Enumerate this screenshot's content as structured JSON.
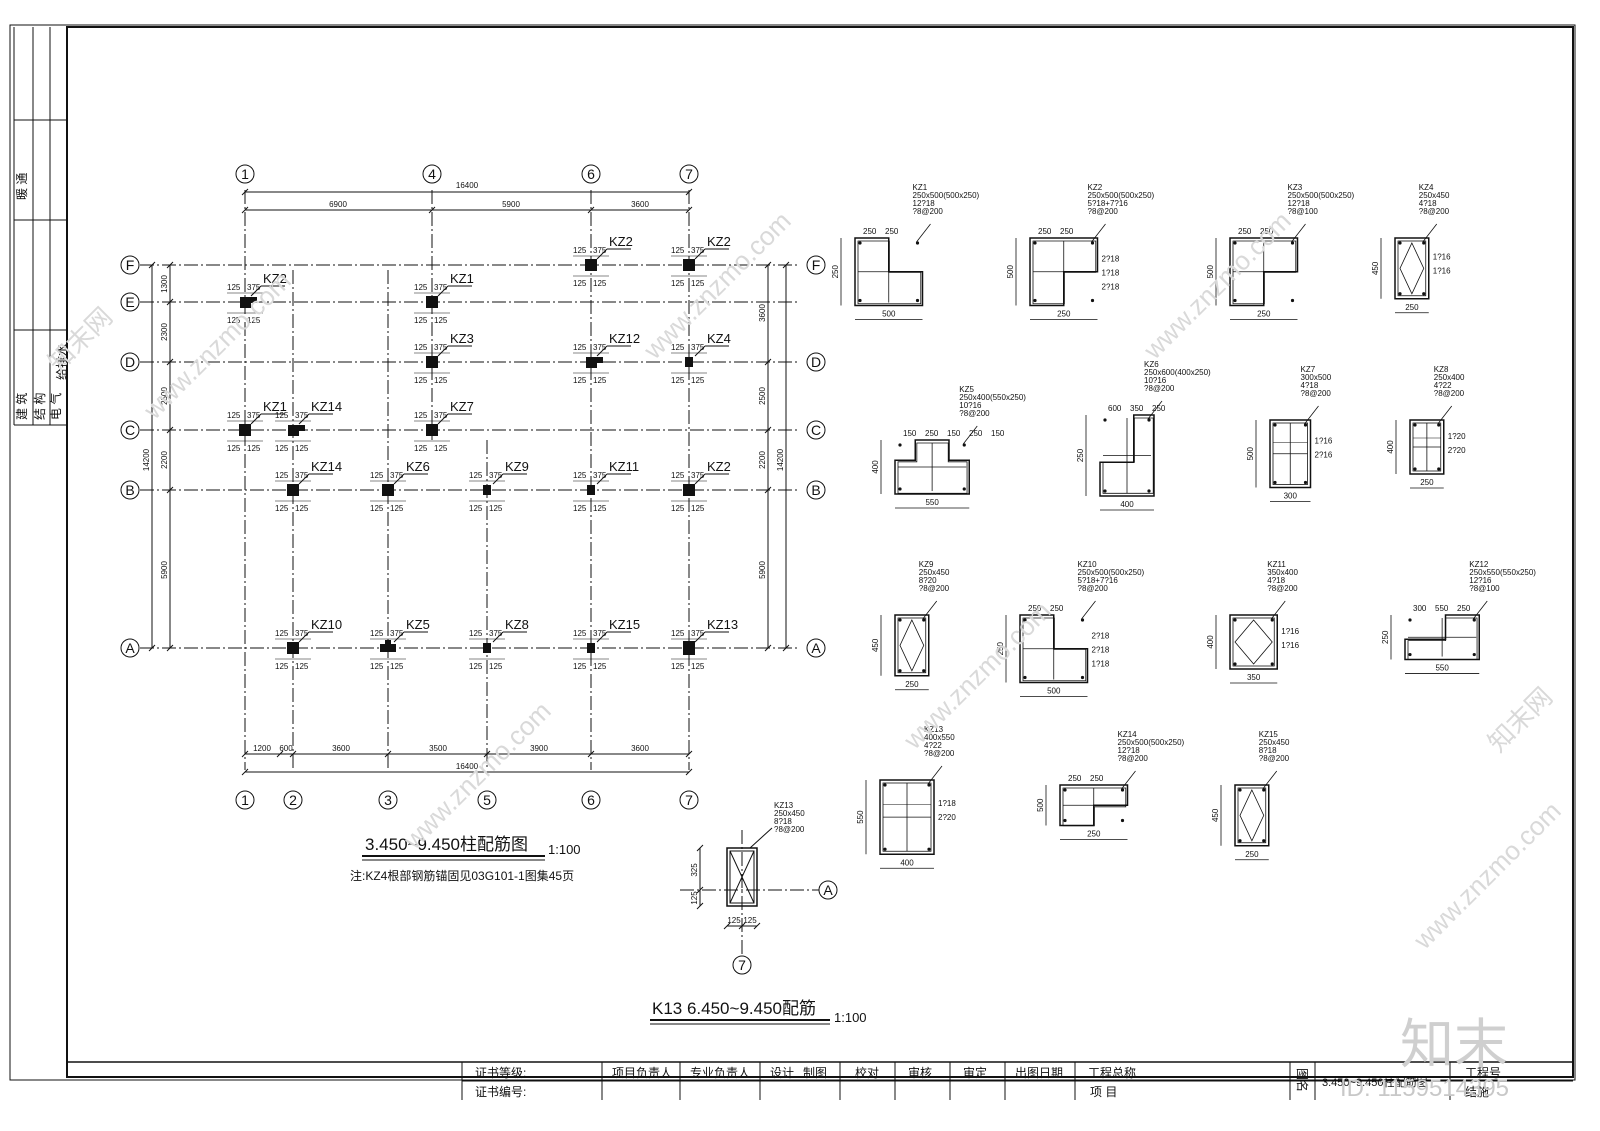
{
  "side_panel": {
    "items": [
      "暖 通",
      "建 筑",
      "结 构",
      "电 气",
      "给排水"
    ]
  },
  "plan": {
    "total_width_label": "16400",
    "top_spans": [
      "6900",
      "5900",
      "3600"
    ],
    "bottom_spans": [
      "1200",
      "600",
      "3600",
      "3500",
      "3900",
      "3600"
    ],
    "left_total": "14200",
    "left_spans": [
      "1300",
      "2300",
      "2500",
      "2200",
      "5900"
    ],
    "right_total": "14200",
    "right_spans": [
      "3600",
      "2500",
      "2200",
      "5900"
    ],
    "top_axes": [
      "1",
      "4",
      "6",
      "7"
    ],
    "bottom_axes": [
      "1",
      "2",
      "3",
      "5",
      "6",
      "7"
    ],
    "row_axes": [
      "F",
      "E",
      "D",
      "C",
      "B",
      "A"
    ],
    "columns": [
      {
        "id": "KZ2",
        "label": "KZ2"
      },
      {
        "id": "KZ1",
        "label": "KZ1"
      },
      {
        "id": "KZ2b",
        "label": "KZ2"
      },
      {
        "id": "KZ2c",
        "label": "KZ2"
      },
      {
        "id": "KZ3",
        "label": "KZ3"
      },
      {
        "id": "KZ12",
        "label": "KZ12"
      },
      {
        "id": "KZ4",
        "label": "KZ4"
      },
      {
        "id": "KZ1b",
        "label": "KZ1"
      },
      {
        "id": "KZ14",
        "label": "KZ14"
      },
      {
        "id": "KZ7",
        "label": "KZ7"
      },
      {
        "id": "KZ14b",
        "label": "KZ14"
      },
      {
        "id": "KZ6",
        "label": "KZ6"
      },
      {
        "id": "KZ9",
        "label": "KZ9"
      },
      {
        "id": "KZ11",
        "label": "KZ11"
      },
      {
        "id": "KZ2d",
        "label": "KZ2"
      },
      {
        "id": "KZ10",
        "label": "KZ10"
      },
      {
        "id": "KZ5",
        "label": "KZ5"
      },
      {
        "id": "KZ8",
        "label": "KZ8"
      },
      {
        "id": "KZ15",
        "label": "KZ15"
      },
      {
        "id": "KZ13",
        "label": "KZ13"
      }
    ],
    "offset_labels": [
      "125",
      "375"
    ],
    "title": "3.450~9.450柱配筋图",
    "scale": "1:100",
    "note": "注:KZ4根部钢筋锚固见03G101-1图集45页"
  },
  "detail": {
    "title": "K13  6.450~9.450配筋",
    "scale": "1:100",
    "dims": [
      "325",
      "125",
      "125",
      "125"
    ],
    "axis_row": "A",
    "axis_col": "7",
    "section": {
      "name": "KZ13",
      "size": "250x450",
      "bars": "8?18",
      "stirrup": "?8@200"
    }
  },
  "sections": [
    {
      "name": "KZ1",
      "size": "250x500(500x250)",
      "bars": "12?18",
      "stirrup": "?8@200",
      "dims": [
        "250",
        "250",
        "250",
        "500"
      ]
    },
    {
      "name": "KZ2",
      "size": "250x500(500x250)",
      "bars": "5?18+7?16",
      "stirrup": "?8@200",
      "dims": [
        "500",
        "250",
        "250",
        "250"
      ],
      "notes": [
        "2?18",
        "1?18",
        "2?18"
      ]
    },
    {
      "name": "KZ3",
      "size": "250x500(500x250)",
      "bars": "12?18",
      "stirrup": "?8@100",
      "dims": [
        "500",
        "250",
        "250",
        "250"
      ]
    },
    {
      "name": "KZ4",
      "size": "250x450",
      "bars": "4?18",
      "stirrup": "?8@200",
      "dims": [
        "450",
        "250"
      ],
      "notes": [
        "1?16",
        "1?16"
      ]
    },
    {
      "name": "KZ5",
      "size": "250x400(550x250)",
      "bars": "10?16",
      "stirrup": "?8@200",
      "dims": [
        "400",
        "150",
        "250",
        "150",
        "250",
        "150",
        "550"
      ]
    },
    {
      "name": "KZ6",
      "size": "250x600(400x250)",
      "bars": "10?16",
      "stirrup": "?8@200",
      "dims": [
        "250",
        "600",
        "350",
        "250",
        "400"
      ]
    },
    {
      "name": "KZ7",
      "size": "300x500",
      "bars": "4?18",
      "stirrup": "?8@200",
      "dims": [
        "500",
        "300"
      ],
      "notes": [
        "1?16",
        "2?16"
      ]
    },
    {
      "name": "KZ8",
      "size": "250x400",
      "bars": "4?22",
      "stirrup": "?8@200",
      "dims": [
        "400",
        "250"
      ],
      "notes": [
        "1?20",
        "2?20"
      ]
    },
    {
      "name": "KZ9",
      "size": "250x450",
      "bars": "8?20",
      "stirrup": "?8@200",
      "dims": [
        "450",
        "250"
      ]
    },
    {
      "name": "KZ10",
      "size": "250x500(500x250)",
      "bars": "5?18+7?16",
      "stirrup": "?8@200",
      "dims": [
        "250",
        "250",
        "250",
        "500"
      ],
      "notes": [
        "2?18",
        "2?18",
        "1?18"
      ]
    },
    {
      "name": "KZ11",
      "size": "350x400",
      "bars": "4?18",
      "stirrup": "?8@200",
      "dims": [
        "400",
        "350"
      ],
      "notes": [
        "1?16",
        "1?16"
      ]
    },
    {
      "name": "KZ12",
      "size": "250x550(550x250)",
      "bars": "12?16",
      "stirrup": "?8@100",
      "dims": [
        "250",
        "300",
        "550",
        "250",
        "550"
      ]
    },
    {
      "name": "KZ13",
      "size": "400x550",
      "bars": "4?22",
      "stirrup": "?8@200",
      "dims": [
        "550",
        "400"
      ],
      "notes": [
        "1?18",
        "2?20"
      ]
    },
    {
      "name": "KZ14",
      "size": "250x500(500x250)",
      "bars": "12?18",
      "stirrup": "?8@200",
      "dims": [
        "500",
        "250",
        "250",
        "250"
      ]
    },
    {
      "name": "KZ15",
      "size": "250x450",
      "bars": "8?18",
      "stirrup": "?8@200",
      "dims": [
        "450",
        "250"
      ]
    }
  ],
  "title_block": {
    "cert_grade": "证书等级:",
    "cert_no": "证书编号:",
    "project_lead": "项目负责人",
    "discipline_lead": "专业负责人",
    "design": "设计",
    "drawing": "制图",
    "check": "校对",
    "review": "审核",
    "approve": "审定",
    "issue_date": "出图日期",
    "project_total": "工程总称",
    "project": "项  目",
    "drawing_name_label": "图名",
    "drawing_name": "3.450~9.450柱配筋图",
    "job_no": "工程号",
    "sheet_no": "结施"
  },
  "watermarks": {
    "site": "www.znzmo.com",
    "brand": "知末网",
    "logo": "知末",
    "id": "ID: 1159514395"
  }
}
